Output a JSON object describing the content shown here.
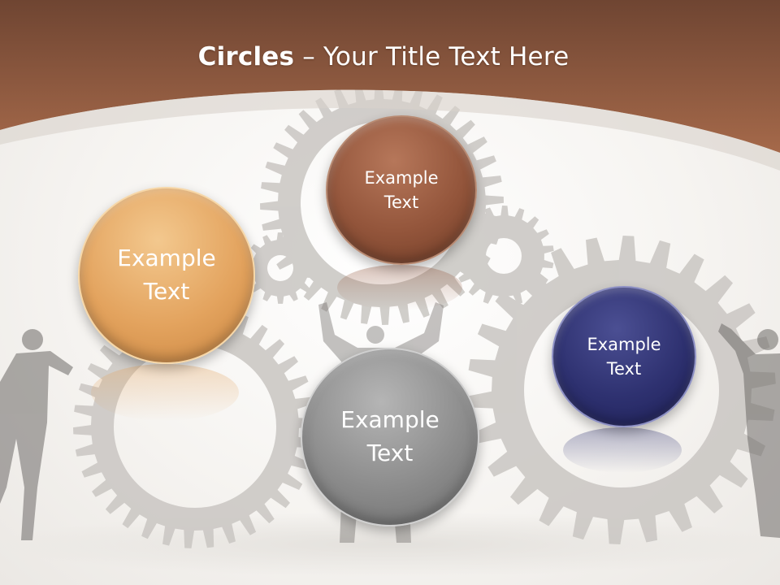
{
  "slide": {
    "title_bold": "Circles",
    "title_rest": " – Your Title Text Here"
  },
  "circles": [
    {
      "label_line1": "Example",
      "label_line2": "Text",
      "color": "#e3a35e"
    },
    {
      "label_line1": "Example",
      "label_line2": "Text",
      "color": "#93553b"
    },
    {
      "label_line1": "Example",
      "label_line2": "Text",
      "color": "#8c8c8c"
    },
    {
      "label_line1": "Example",
      "label_line2": "Text",
      "color": "#2e3170"
    }
  ],
  "colors": {
    "header_top": "#6f4532",
    "header_bottom": "#a5694a",
    "gear": "#c9c6c2"
  }
}
